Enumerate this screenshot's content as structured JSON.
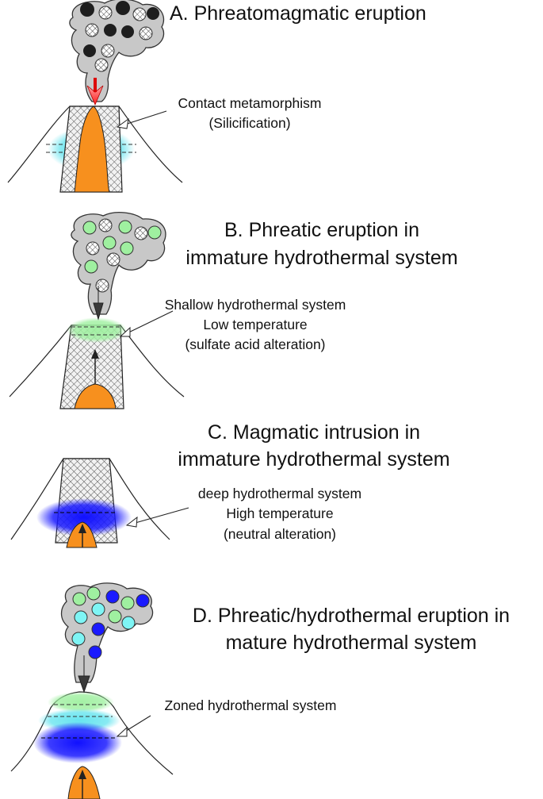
{
  "panels": [
    {
      "title_lines": [
        "A. Phreatomagmatic eruption"
      ],
      "label_lines": [
        "Contact metamorphism",
        "(Silicification)"
      ]
    },
    {
      "title_lines": [
        "B. Phreatic eruption in",
        "immature hydrothermal system"
      ],
      "label_lines": [
        "Shallow hydrothermal system",
        "Low temperature",
        "(sulfate acid alteration)"
      ]
    },
    {
      "title_lines": [
        "C. Magmatic intrusion in",
        "immature hydrothermal system"
      ],
      "label_lines": [
        "deep hydrothermal system",
        "High temperature",
        "(neutral alteration)"
      ]
    },
    {
      "title_lines": [
        "D. Phreatic/hydrothermal eruption in",
        "mature hydrothermal system"
      ],
      "label_lines": [
        "Zoned hydrothermal system"
      ]
    }
  ],
  "colors": {
    "magma": "#f7901e",
    "plume": "#c8c8c8",
    "conduit_hatch": "#555555",
    "contact_zone": "#5fe3ee",
    "shallow_zone": "#9ff0a0",
    "deep_zone": "#1a1aff",
    "red_arrow": "#ff2020"
  }
}
